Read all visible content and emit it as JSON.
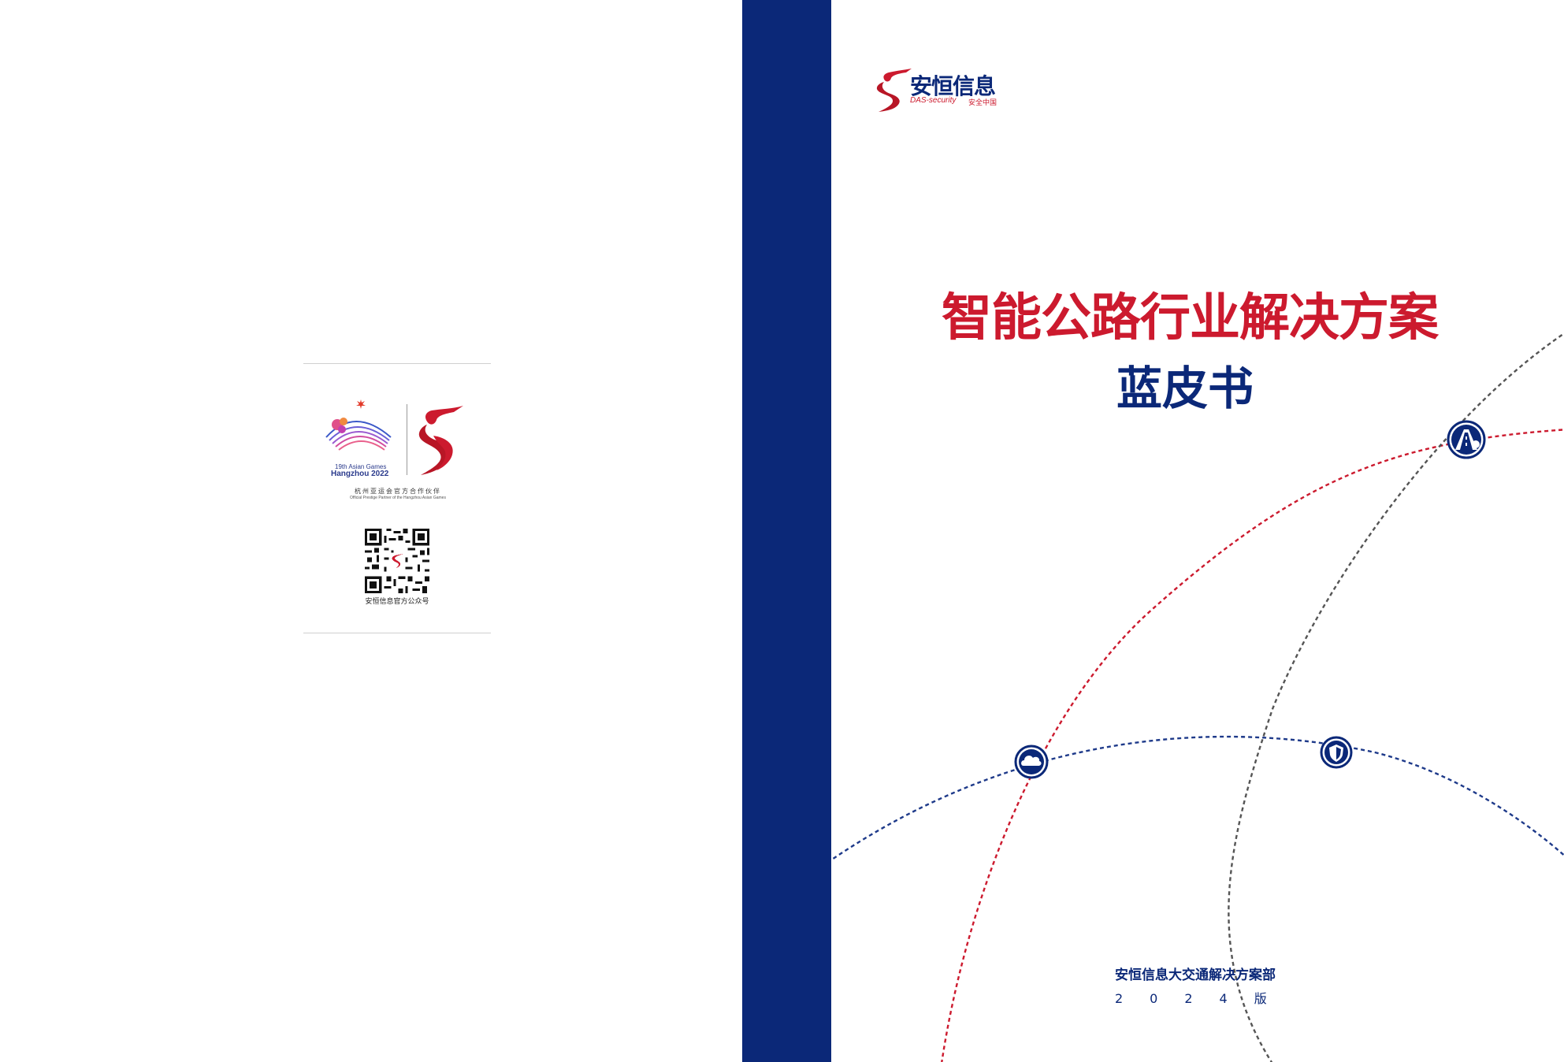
{
  "back_cover": {
    "asian_games_line1": "19th Asian Games",
    "asian_games_line2": "Hangzhou 2022",
    "partner_cn": "杭州亚运会官方合作伙伴",
    "partner_en": "Official Prestige Partner of the Hangzhou Asian Games",
    "qr_caption": "安恒信息官方公众号"
  },
  "front_cover": {
    "brand_cn": "安恒信息",
    "brand_en": "DAS-security",
    "brand_slogan": "安全中国",
    "title_line1": "智能公路行业解决方案",
    "title_line2": "蓝皮书",
    "department": "安恒信息大交通解决方案部",
    "edition": "2024版"
  },
  "icons": [
    "highway-icon",
    "cloud-icon",
    "shield-icon"
  ],
  "colors": {
    "brand_blue": "#0b2878",
    "brand_red": "#cc1a2e",
    "gray_dash": "#555555"
  }
}
